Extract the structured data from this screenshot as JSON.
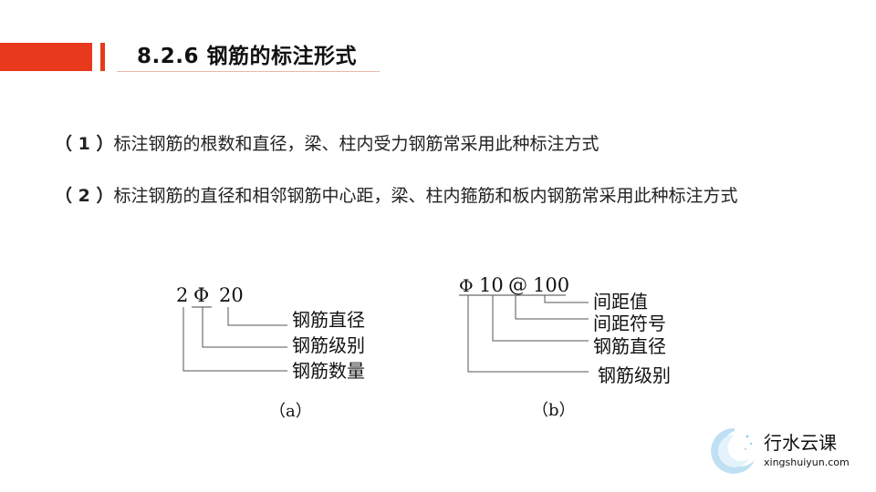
{
  "slide": {
    "title": "8.2.6  钢筋的标注形式",
    "paragraphs": [
      {
        "num": "（ 1 ）",
        "text": "标注钢筋的根数和直径，梁、柱内受力钢筋常采用此种标注方式"
      },
      {
        "num": "（ 2 ）",
        "text": "标注钢筋的直径和相邻钢筋中心距，梁、柱内箍筋和板内钢筋常采用此种标注方式"
      }
    ],
    "diagram_a": {
      "notation": [
        "2",
        "Φ",
        "20"
      ],
      "labels": [
        "钢筋直径",
        "钢筋级别",
        "钢筋数量"
      ],
      "caption": "（a）"
    },
    "diagram_b": {
      "notation": [
        "Φ",
        "10",
        "@",
        "100"
      ],
      "labels": [
        "间距值",
        "间距符号",
        "钢筋直径",
        "钢筋级别"
      ],
      "caption": "（b）"
    },
    "watermark": {
      "name": "行水云课",
      "url": "xingshuiyun.com",
      "color": "#8cc8ea"
    },
    "accent_color": "#e8391c"
  }
}
